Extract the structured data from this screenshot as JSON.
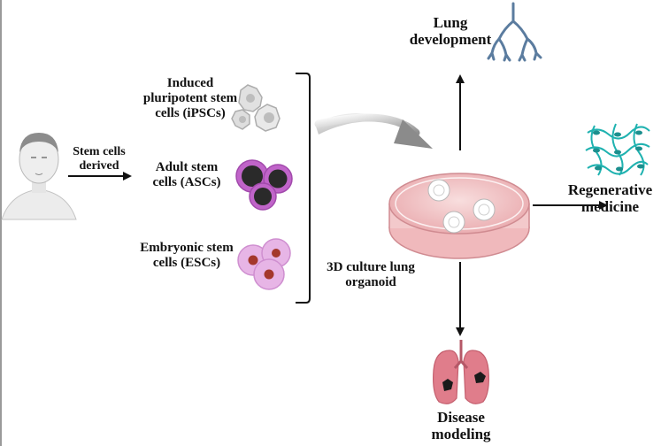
{
  "person": {
    "icon": "person-face-icon"
  },
  "arrow_label": {
    "line1": "Stem cells",
    "line2": "derived"
  },
  "cells": [
    {
      "line1": "Induced",
      "line2": "pluripotent stem",
      "line3": "cells (iPSCs)",
      "icon": "ipsc-cells-icon"
    },
    {
      "line1": "Adult stem",
      "line2": "cells (ASCs)",
      "icon": "adult-stem-cells-icon"
    },
    {
      "line1": "Embryonic stem",
      "line2": "cells (ESCs)",
      "icon": "embryonic-stem-cells-icon"
    }
  ],
  "center": {
    "line1": "3D culture lung",
    "line2": "organoid",
    "icon": "petri-dish-icon"
  },
  "outputs": {
    "lung_development": {
      "line1": "Lung",
      "line2": "development",
      "icon": "bronchial-tree-icon"
    },
    "regenerative_medicine": {
      "line1": "Regenerative",
      "line2": "medicine",
      "icon": "scaffold-mesh-icon"
    },
    "disease_modeling": {
      "line1": "Disease",
      "line2": "modeling",
      "icon": "diseased-lungs-icon"
    }
  },
  "colors": {
    "arrow": "#111111",
    "cell_magenta": "#c064c9",
    "cell_pink": "#e7b5e6",
    "nucleus_dark": "#2a2a2a",
    "nucleus_red": "#a4382c",
    "dish": "#f2c4c6",
    "bronchi": "#5b7c9f",
    "mesh": "#1fb2b0",
    "lung": "#e07d8b"
  }
}
